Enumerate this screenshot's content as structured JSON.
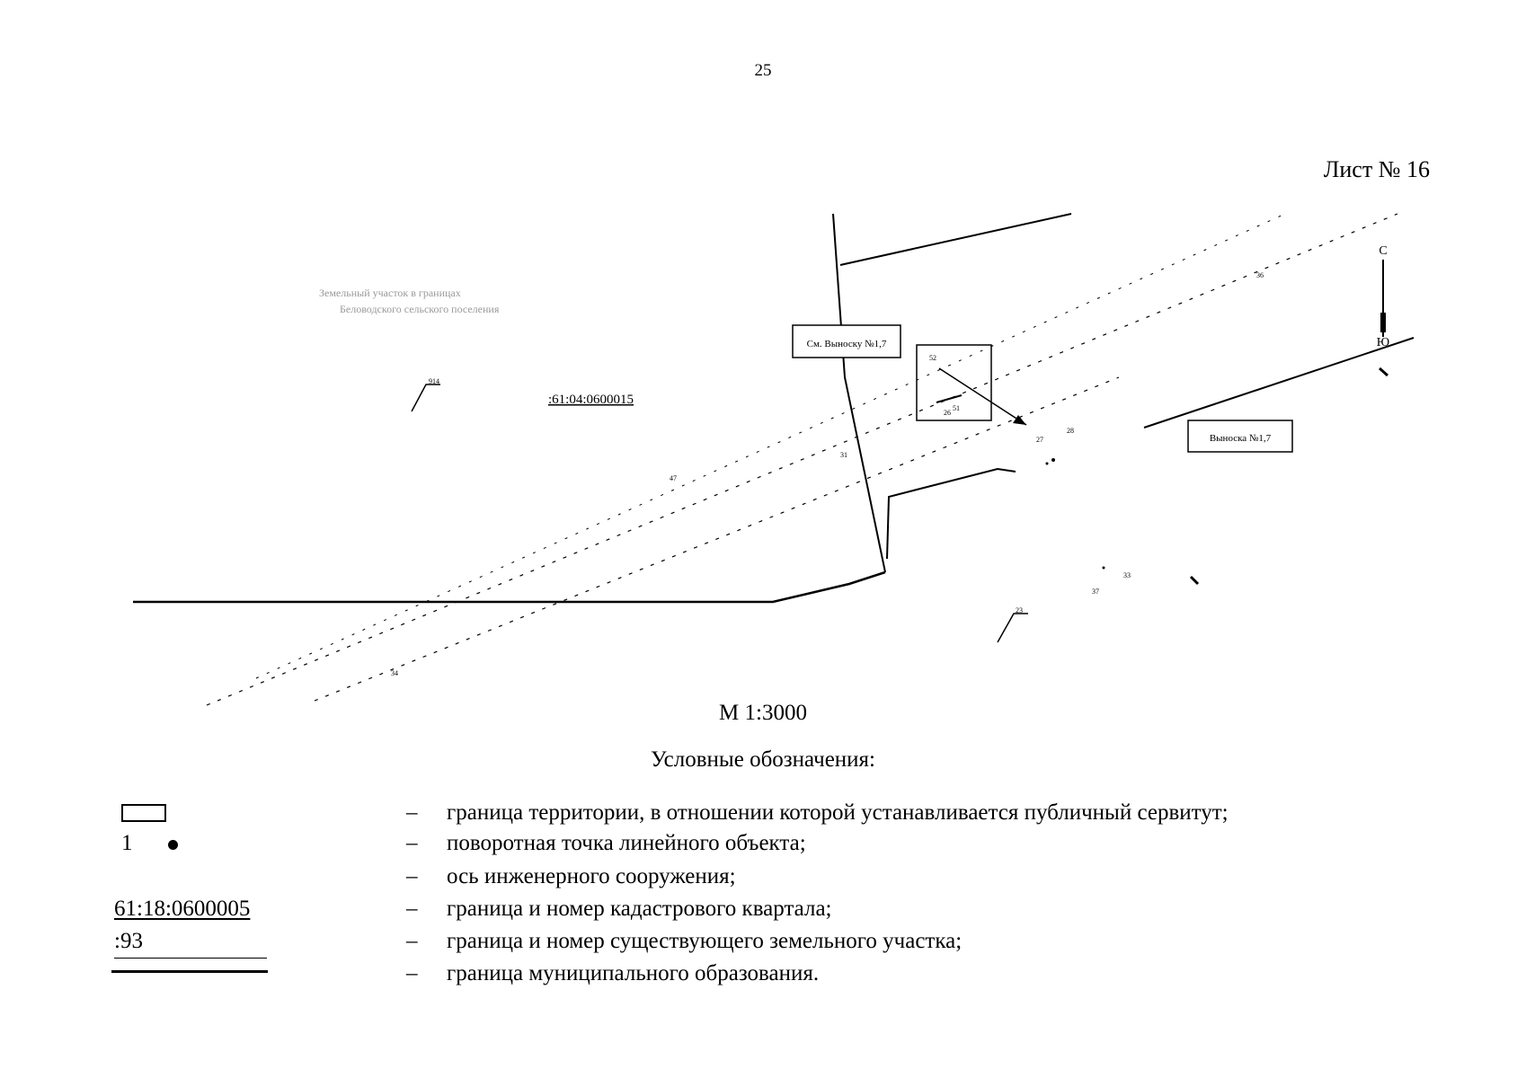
{
  "page": {
    "number": "25",
    "sheet": "Лист № 16"
  },
  "map": {
    "parcel_label": ":61:04:0600015",
    "faint_text_line1": "Земельный участок в границах",
    "faint_text_line2": "Беловодского сельского поселения",
    "callout_left": "См. Выноску №1,7",
    "callout_right": "Выноска №1,7",
    "north_label": "С",
    "south_label": "Ю",
    "point_labels": [
      "914",
      "36",
      "28",
      "31",
      "47",
      "26",
      "37",
      "33",
      "34",
      "52",
      "51",
      "23",
      "27"
    ]
  },
  "scale": "М 1:3000",
  "legend": {
    "title": "Условные обозначения:",
    "items": [
      {
        "symbol": "rect",
        "text": "граница территории, в отношении которой устанавливается публичный сервитут;"
      },
      {
        "symbol": "point",
        "symbol_text": "1",
        "text": "поворотная точка линейного объекта;"
      },
      {
        "symbol": "axis",
        "text": "ось инженерного сооружения;"
      },
      {
        "symbol": "quarter",
        "symbol_text": "61:18:0600005",
        "text": "граница и номер кадастрового квартала;"
      },
      {
        "symbol": "parcel",
        "symbol_text": ":93",
        "text": "граница и номер существующего земельного участка;"
      },
      {
        "symbol": "municipal",
        "text": "граница муниципального образования."
      }
    ],
    "dash": "–"
  }
}
